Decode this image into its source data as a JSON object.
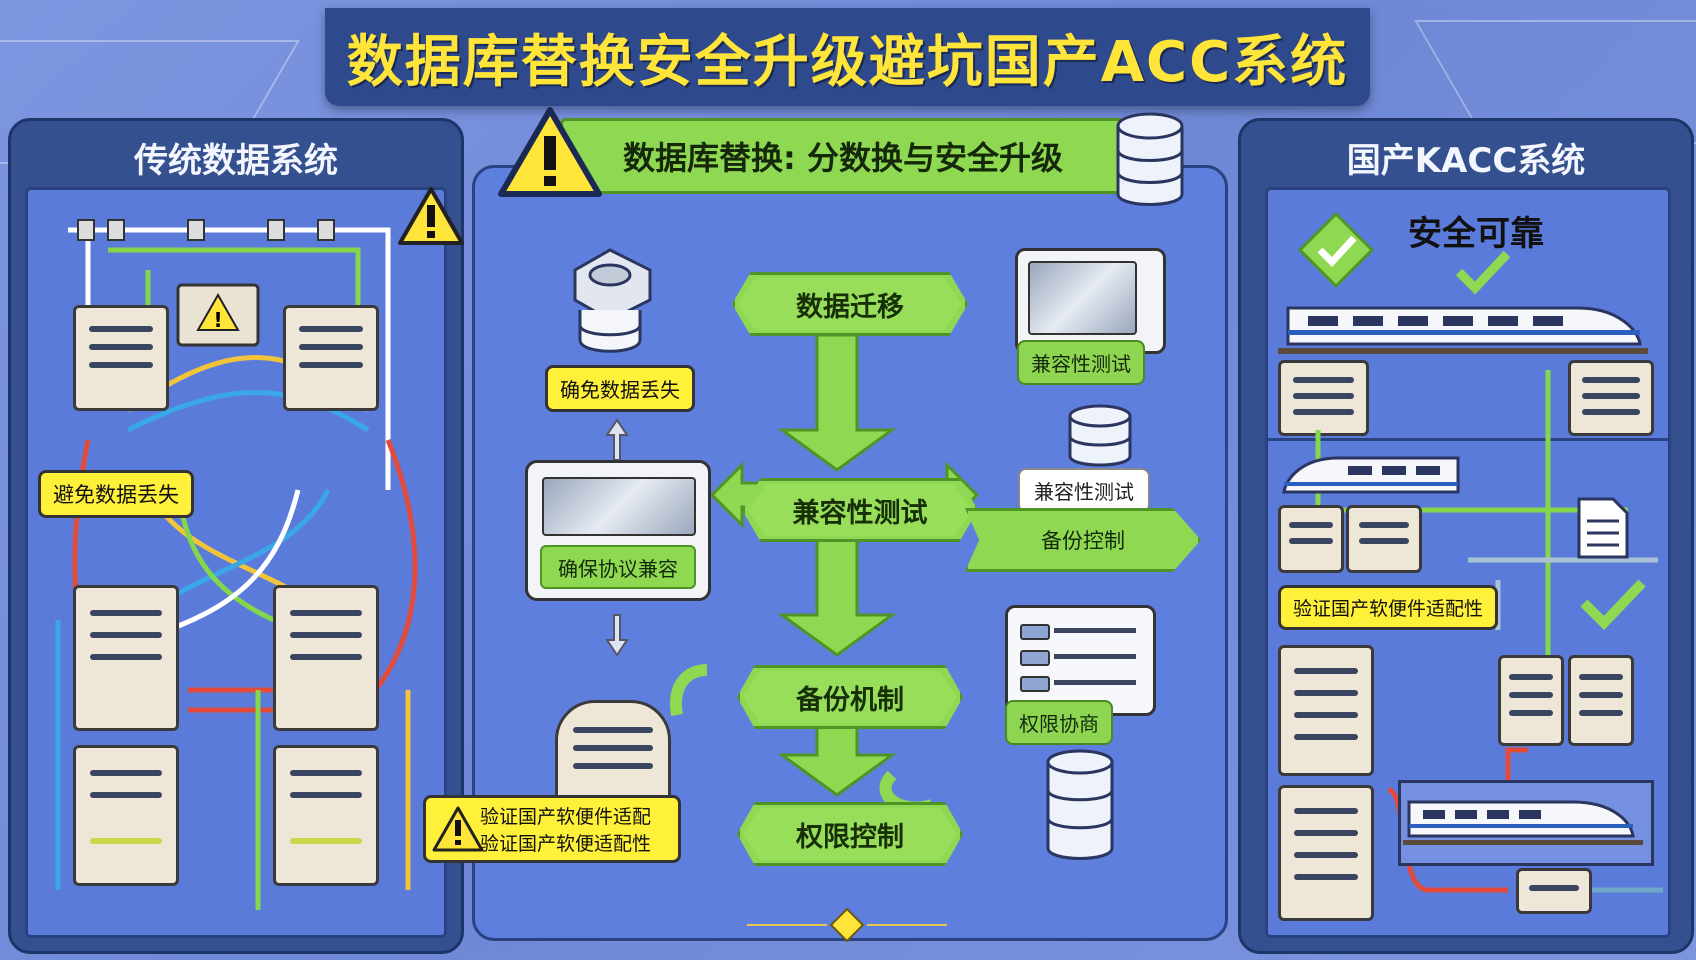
{
  "title": "数据库替换安全升级避坑国产ACC系统",
  "left_panel": {
    "title": "传统数据系统",
    "labels": {
      "avoid_loss": "避免数据丢失"
    }
  },
  "center_panel": {
    "title": "数据库替换: 分数换与安全升级",
    "flow_steps": [
      "数据迁移",
      "兼容性测试",
      "备份机制",
      "权限控制"
    ],
    "labels": {
      "ensure_no_loss": "确免数据丢失",
      "ensure_protocol": "确保协议兼容",
      "verify_hw_1": "验证国产软便件适配",
      "verify_hw_2": "验证国产软便适配性",
      "compat_test_1": "兼容性测试",
      "compat_test_2": "兼容性测试",
      "backup_control": "备份控制",
      "permission": "权限协商"
    }
  },
  "right_panel": {
    "title": "国产KACC系统",
    "safe": "安全可靠",
    "verify": "验证国产软便件适配性"
  },
  "colors": {
    "title_text": "#ffe43a",
    "panel_dark": "#35508f",
    "panel_inner": "#5b7bdb",
    "accent_green": "#8fd852",
    "label_yellow": "#fff13a"
  }
}
